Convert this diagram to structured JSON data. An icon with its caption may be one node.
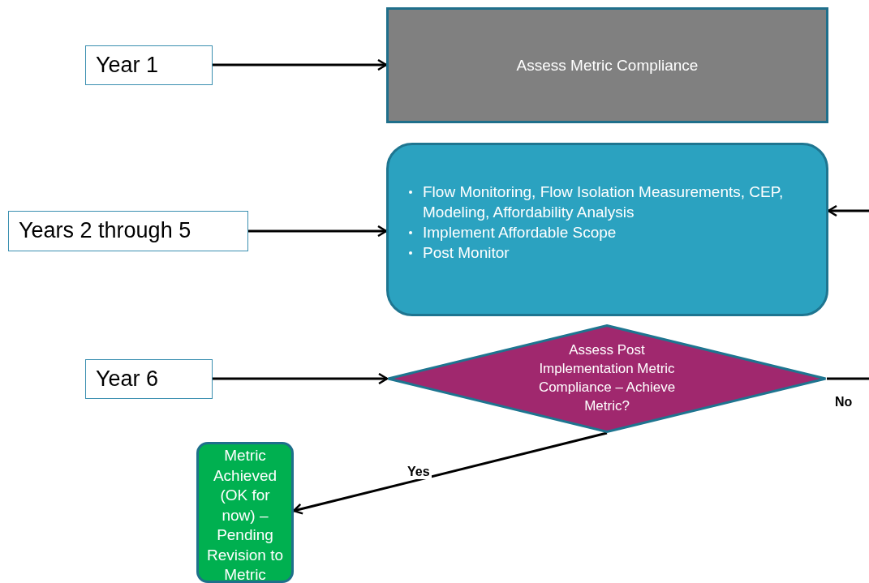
{
  "diagram": {
    "nodes": [
      {
        "text": [
          "Year 1"
        ]
      },
      {
        "text": [
          "Assess Metric Compliance"
        ]
      },
      {
        "text": [
          "Years 2 through 5"
        ]
      },
      {
        "text": [
          "Flow Monitoring, Flow Isolation Measurements, CEP, Modeling, Affordability Analysis",
          "Implement Affordable Scope",
          "Post Monitor"
        ]
      },
      {
        "text": [
          "Year 6"
        ]
      },
      {
        "text": [
          "Assess Post Implementation Metric Compliance – Achieve Metric?"
        ]
      },
      {
        "text": [
          "Metric Achieved (OK for now) – Pending Revision to Metric"
        ]
      }
    ],
    "edges": [
      {
        "from": 0,
        "to": 1,
        "arrow": "to"
      },
      {
        "from": 2,
        "to": 3,
        "arrow": "to"
      },
      {
        "from": 4,
        "to": 5,
        "arrow": "to"
      },
      {
        "from": 5,
        "to": 6,
        "arrow": "to",
        "label": "Yes"
      },
      {
        "from": 5,
        "to": null,
        "arrow": "none",
        "label": "No"
      },
      {
        "from": null,
        "to": 3,
        "arrow": "to"
      }
    ]
  }
}
